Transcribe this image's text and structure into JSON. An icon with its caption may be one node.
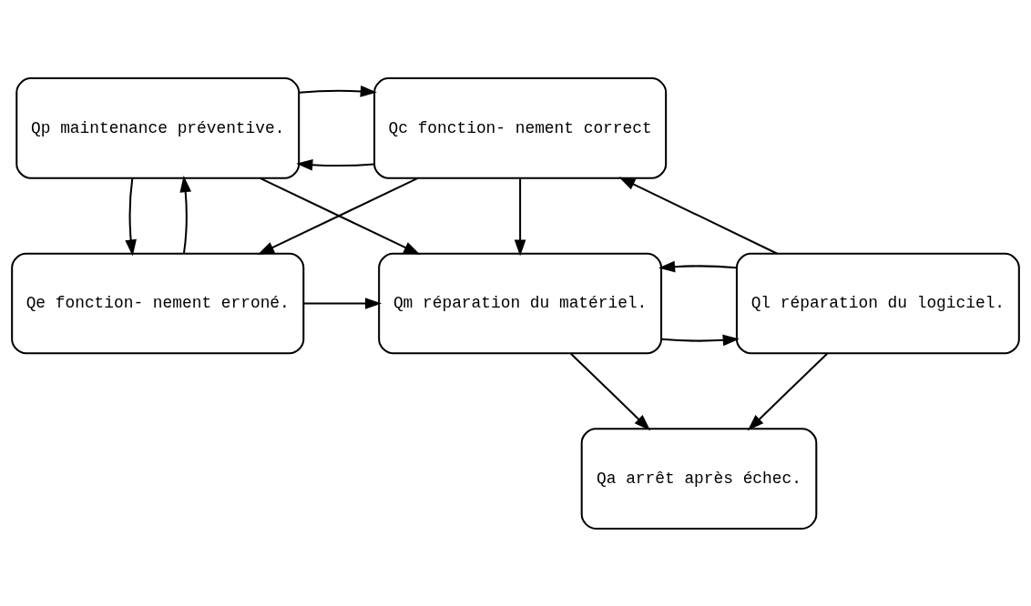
{
  "diagram": {
    "nodes": [
      {
        "text": [
          "Qp maintenance préventive."
        ]
      },
      {
        "text": [
          "Qc fonction- nement correct"
        ]
      },
      {
        "text": [
          "Qe fonction- nement erroné."
        ]
      },
      {
        "text": [
          "Qm réparation du matériel."
        ]
      },
      {
        "text": [
          "Ql réparation du logiciel."
        ]
      },
      {
        "text": [
          "Qa arrêt après échec."
        ]
      }
    ],
    "edges": [
      {
        "from": 1,
        "to": 0,
        "arrow": "to"
      },
      {
        "from": 0,
        "to": 1,
        "arrow": "to"
      },
      {
        "from": 0,
        "to": 2,
        "arrow": "to"
      },
      {
        "from": 2,
        "to": 0,
        "arrow": "to"
      },
      {
        "from": 0,
        "to": 3,
        "arrow": "to"
      },
      {
        "from": 1,
        "to": 2,
        "arrow": "to"
      },
      {
        "from": 1,
        "to": 3,
        "arrow": "to"
      },
      {
        "from": 2,
        "to": 3,
        "arrow": "to"
      },
      {
        "from": 3,
        "to": 4,
        "arrow": "to"
      },
      {
        "from": 4,
        "to": 3,
        "arrow": "to"
      },
      {
        "from": 4,
        "to": 1,
        "arrow": "to"
      },
      {
        "from": 3,
        "to": 5,
        "arrow": "to"
      },
      {
        "from": 4,
        "to": 5,
        "arrow": "to"
      }
    ]
  }
}
